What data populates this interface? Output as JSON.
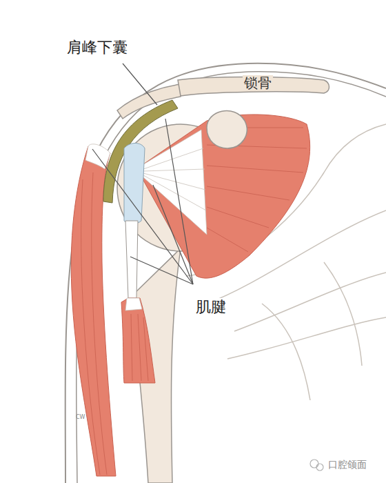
{
  "diagram": {
    "labels": [
      "肩峰下囊",
      "锁骨",
      "肌腱",
      "CW",
      "口腔颌面"
    ]
  }
}
